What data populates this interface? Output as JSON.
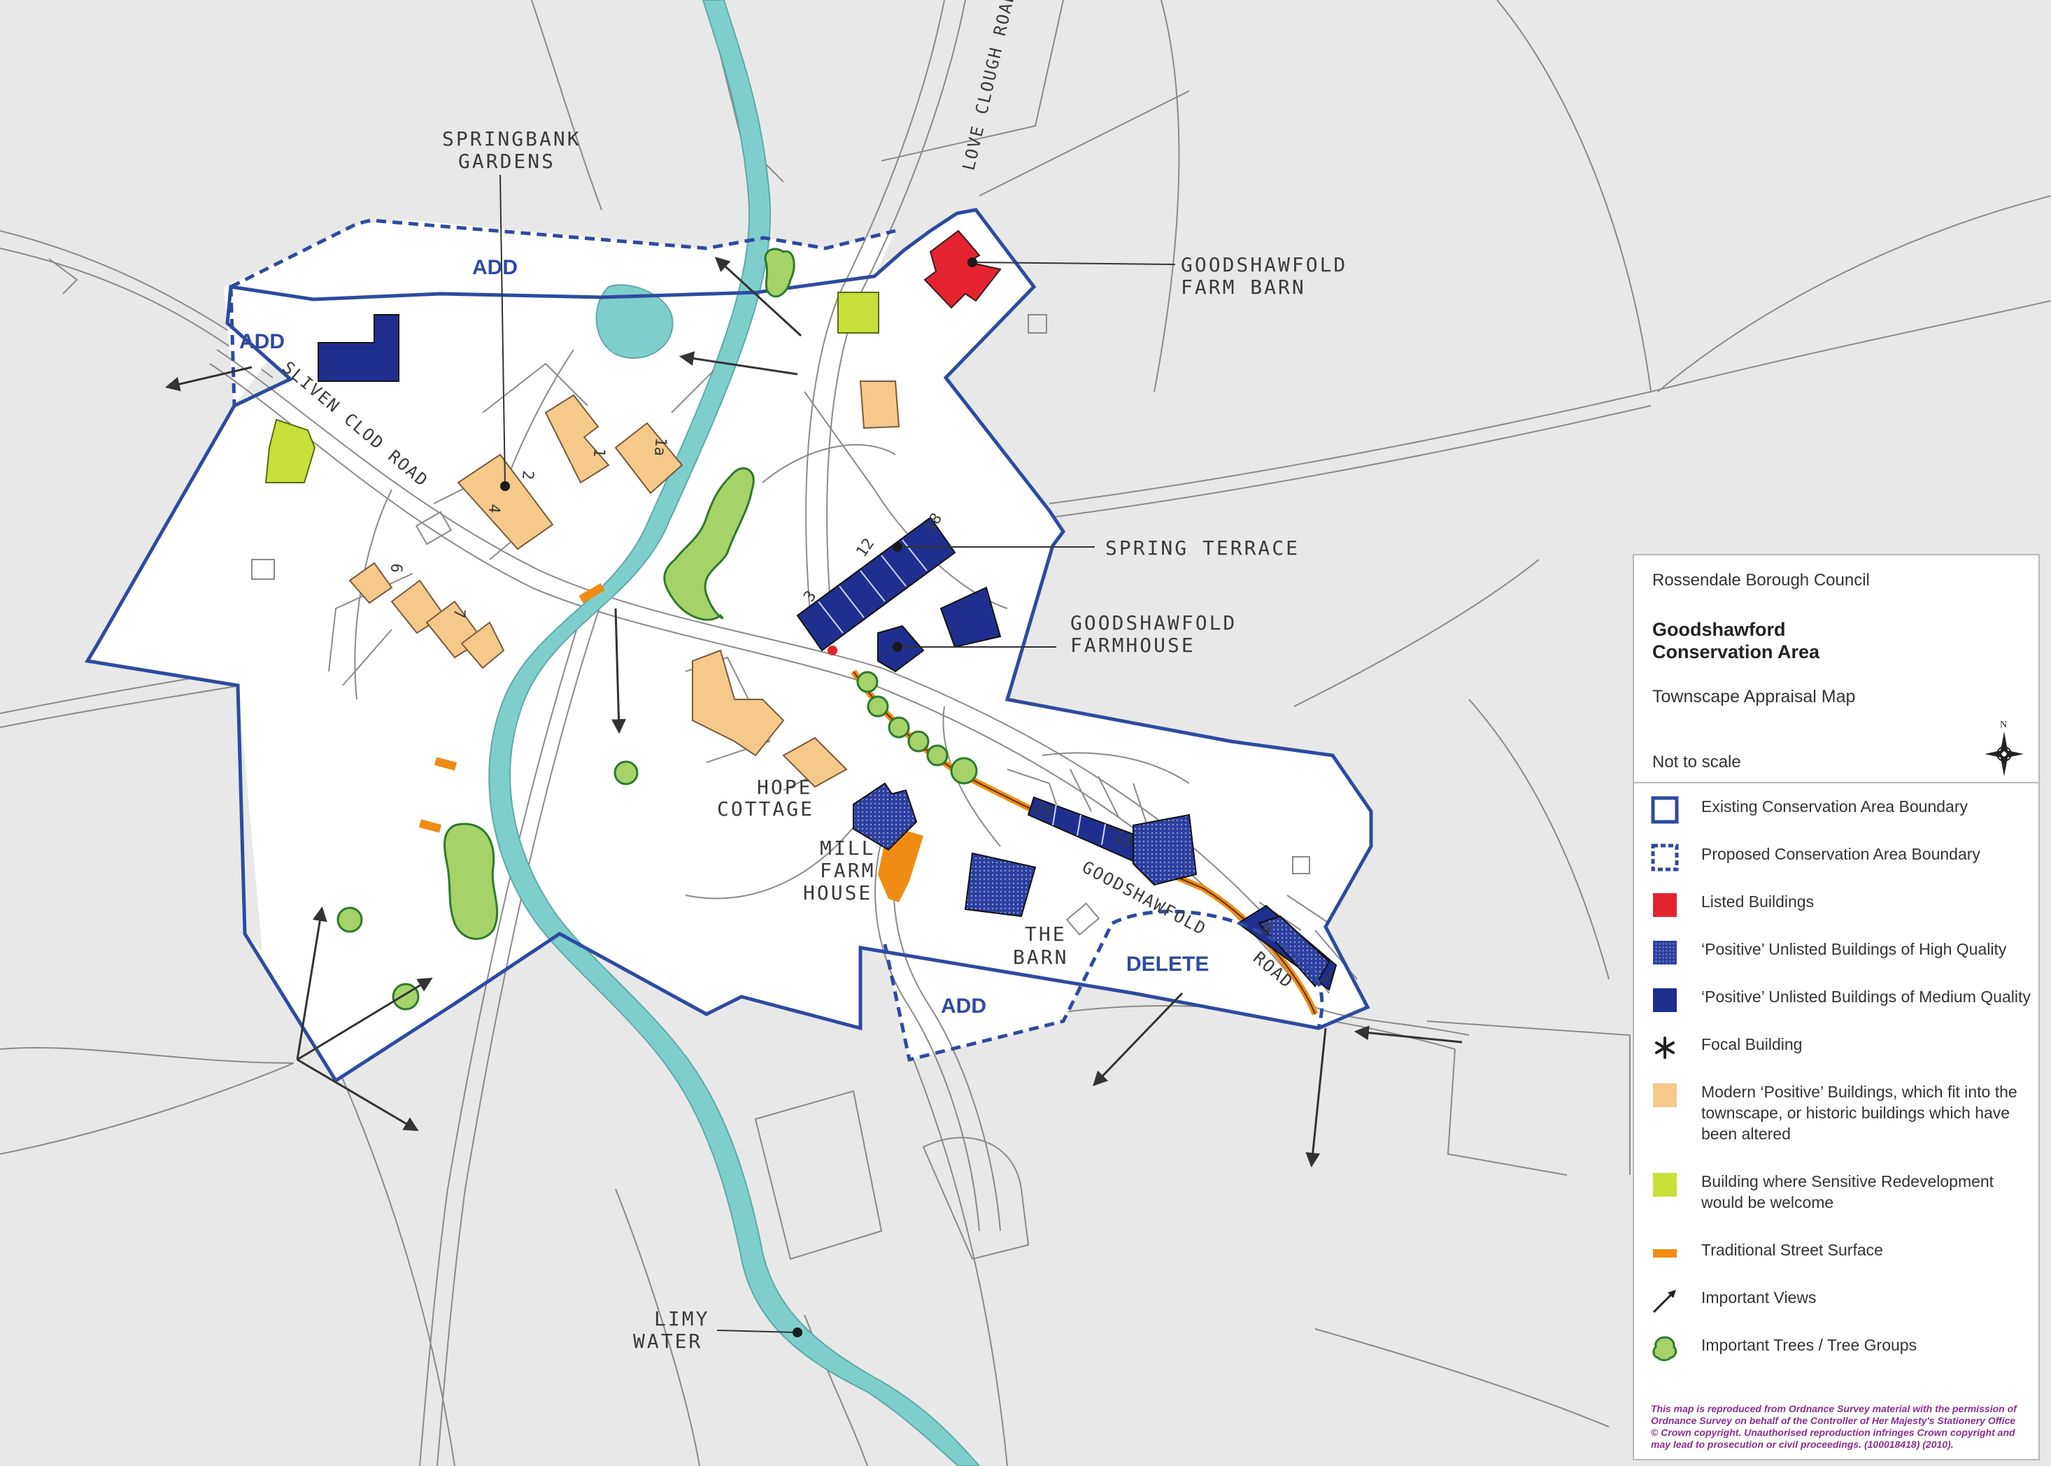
{
  "map_labels": {
    "springbank_line1": "SPRINGBANK",
    "springbank_line2": "GARDENS",
    "farm_barn_line1": "GOODSHAWFOLD",
    "farm_barn_line2": "FARM BARN",
    "spring_terrace": "SPRING TERRACE",
    "farmhouse_line1": "GOODSHAWFOLD",
    "farmhouse_line2": "FARMHOUSE",
    "hope_line1": "HOPE",
    "hope_line2": "COTTAGE",
    "mill_line1": "MILL",
    "mill_line2": "FARM",
    "mill_line3": "HOUSE",
    "barn_line1": "THE",
    "barn_line2": "BARN",
    "limy_line1": "LIMY",
    "limy_line2": "WATER",
    "road_sliven": "SLIVEN CLOD ROAD",
    "road_love": "LOVE CLOUGH ROAD",
    "road_goodshawfold": "GOODSHAWFOLD",
    "road_word": "ROAD",
    "add_1": "ADD",
    "add_2": "ADD",
    "add_3": "ADD",
    "delete": "DELETE",
    "house_numbers": [
      "2",
      "4",
      "1",
      "1a",
      "6",
      "7",
      "3",
      "18",
      "12",
      "25",
      "15",
      "9",
      "1"
    ]
  },
  "legend": {
    "organisation": "Rossendale Borough Council",
    "title_line1": "Goodshawford",
    "title_line2": "Conservation Area",
    "subtitle": "Townscape Appraisal Map",
    "scale_note": "Not to scale",
    "compass_letter": "N",
    "items": [
      {
        "label": "Existing Conservation Area Boundary",
        "symbol": "solid-blue-square-outline"
      },
      {
        "label": "Proposed Conservation Area Boundary",
        "symbol": "dashed-blue-square-outline"
      },
      {
        "label": "Listed Buildings",
        "symbol": "red-square"
      },
      {
        "label": "‘Positive’ Unlisted Buildings of High Quality",
        "symbol": "dotted-blue-square"
      },
      {
        "label": "‘Positive’ Unlisted Buildings of Medium Quality",
        "symbol": "dark-blue-square"
      },
      {
        "label": "Focal Building",
        "symbol": "asterisk-icon"
      },
      {
        "label": "Modern ‘Positive’ Buildings, which fit into the townscape, or historic buildings which have been altered",
        "symbol": "tan-square"
      },
      {
        "label": "Building where Sensitive Redevelopment would be welcome",
        "symbol": "lime-square"
      },
      {
        "label": "Traditional Street Surface",
        "symbol": "orange-bar"
      },
      {
        "label": "Important Views",
        "symbol": "arrow-icon"
      },
      {
        "label": "Important Trees / Tree Groups",
        "symbol": "tree-icon"
      }
    ],
    "credit": "This map is reproduced from Ordnance Survey material with the permission of Ordnance Survey on behalf of the Controller of Her Majesty's Stationery Office © Crown copyright. Unauthorised reproduction infringes Crown copyright and may lead to prosecution or civil proceedings. (100018418) (2010)."
  },
  "colors": {
    "boundary": "#2e4aa0",
    "listed": "#e52330",
    "high_quality": "#2c3f9e",
    "medium_quality": "#1f2f8e",
    "modern_positive": "#f4c98a",
    "redevelopment": "#c9df3a",
    "street_surface": "#f08c14",
    "trees": "#a6d26a",
    "water": "#7ecfcc",
    "land": "#e8e8e8",
    "credit": "#8a2f8f"
  }
}
